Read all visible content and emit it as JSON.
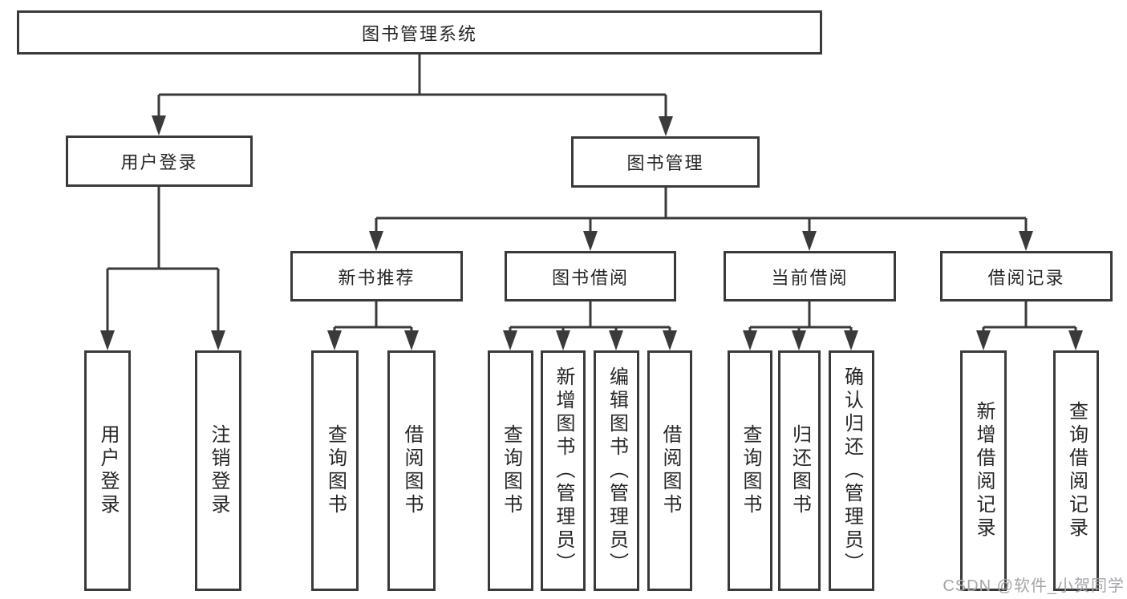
{
  "diagram": {
    "root": {
      "label": "图书管理系统"
    },
    "branches": [
      {
        "label": "用户登录",
        "children": [
          {
            "label": "用户登录"
          },
          {
            "label": "注销登录"
          }
        ]
      },
      {
        "label": "图书管理",
        "children": [
          {
            "label": "新书推荐",
            "children": [
              {
                "label": "查询图书"
              },
              {
                "label": "借阅图书"
              }
            ]
          },
          {
            "label": "图书借阅",
            "children": [
              {
                "label": "查询图书"
              },
              {
                "label": "新增图书（管理员）"
              },
              {
                "label": "编辑图书（管理员）"
              },
              {
                "label": "借阅图书"
              }
            ]
          },
          {
            "label": "当前借阅",
            "children": [
              {
                "label": "查询图书"
              },
              {
                "label": "归还图书"
              },
              {
                "label": "确认归还（管理员）"
              }
            ]
          },
          {
            "label": "借阅记录",
            "children": [
              {
                "label": "新增借阅记录"
              },
              {
                "label": "查询借阅记录"
              }
            ]
          }
        ]
      }
    ]
  },
  "watermark": {
    "text": "CSDN @软件_小贺同学"
  },
  "colors": {
    "line": "#3a3a3a",
    "box_border": "#3a3a3a",
    "box_background": "#ffffff",
    "text": "#262626",
    "watermark": "#a5a5aa",
    "page_background": "#ffffff"
  }
}
